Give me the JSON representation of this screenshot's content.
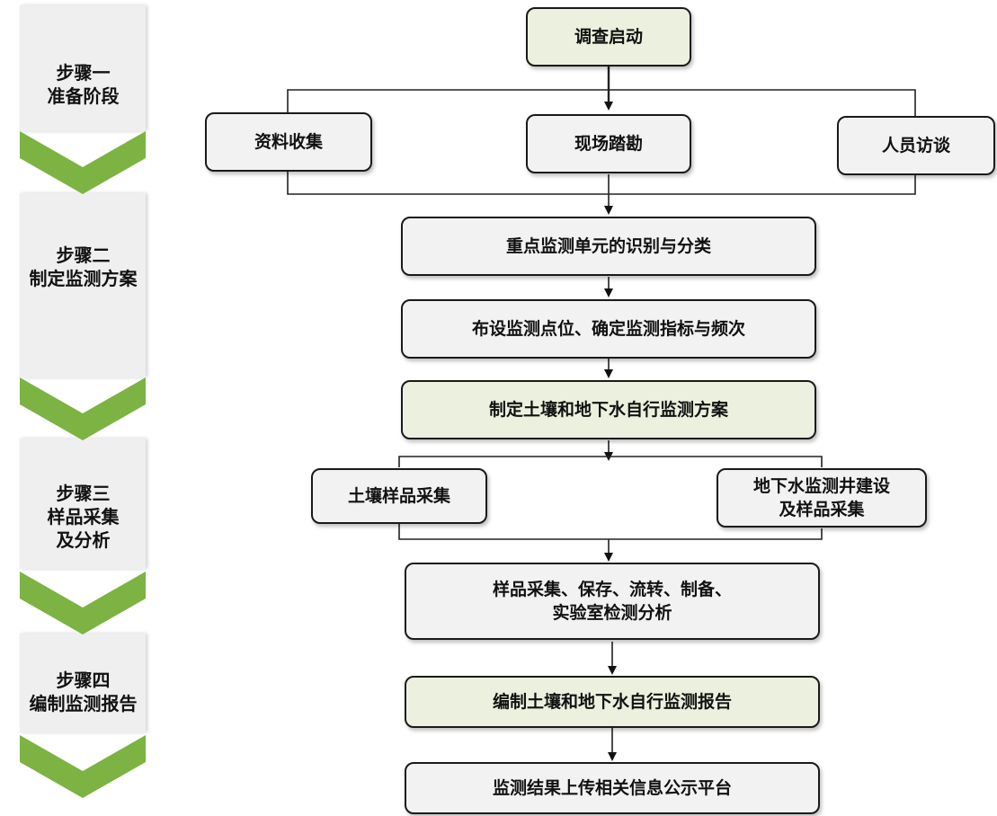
{
  "steps": [
    {
      "label": "步骤一\n准备阶段"
    },
    {
      "label": "步骤二\n制定监测方案"
    },
    {
      "label": "步骤三\n样品采集\n及分析"
    },
    {
      "label": "步骤四\n编制监测报告"
    }
  ],
  "nodes": {
    "start": "调查启动",
    "collect": "资料收集",
    "survey": "现场踏勘",
    "interview": "人员访谈",
    "identify": "重点监测单元的识别与分类",
    "layout": "布设监测点位、确定监测指标与频次",
    "plan": "制定土壤和地下水自行监测方案",
    "soil": "土壤样品采集",
    "groundwater": "地下水监测井建设\n及样品采集",
    "analysis": "样品采集、保存、流转、制备、\n实验室检测分析",
    "report": "编制土壤和地下水自行监测报告",
    "publish": "监测结果上传相关信息公示平台"
  },
  "colors": {
    "highlight_fill": "#ebf1de",
    "box_fill": "#f2f2f2",
    "chevron": "#7cb342",
    "strip": "#efefef"
  }
}
